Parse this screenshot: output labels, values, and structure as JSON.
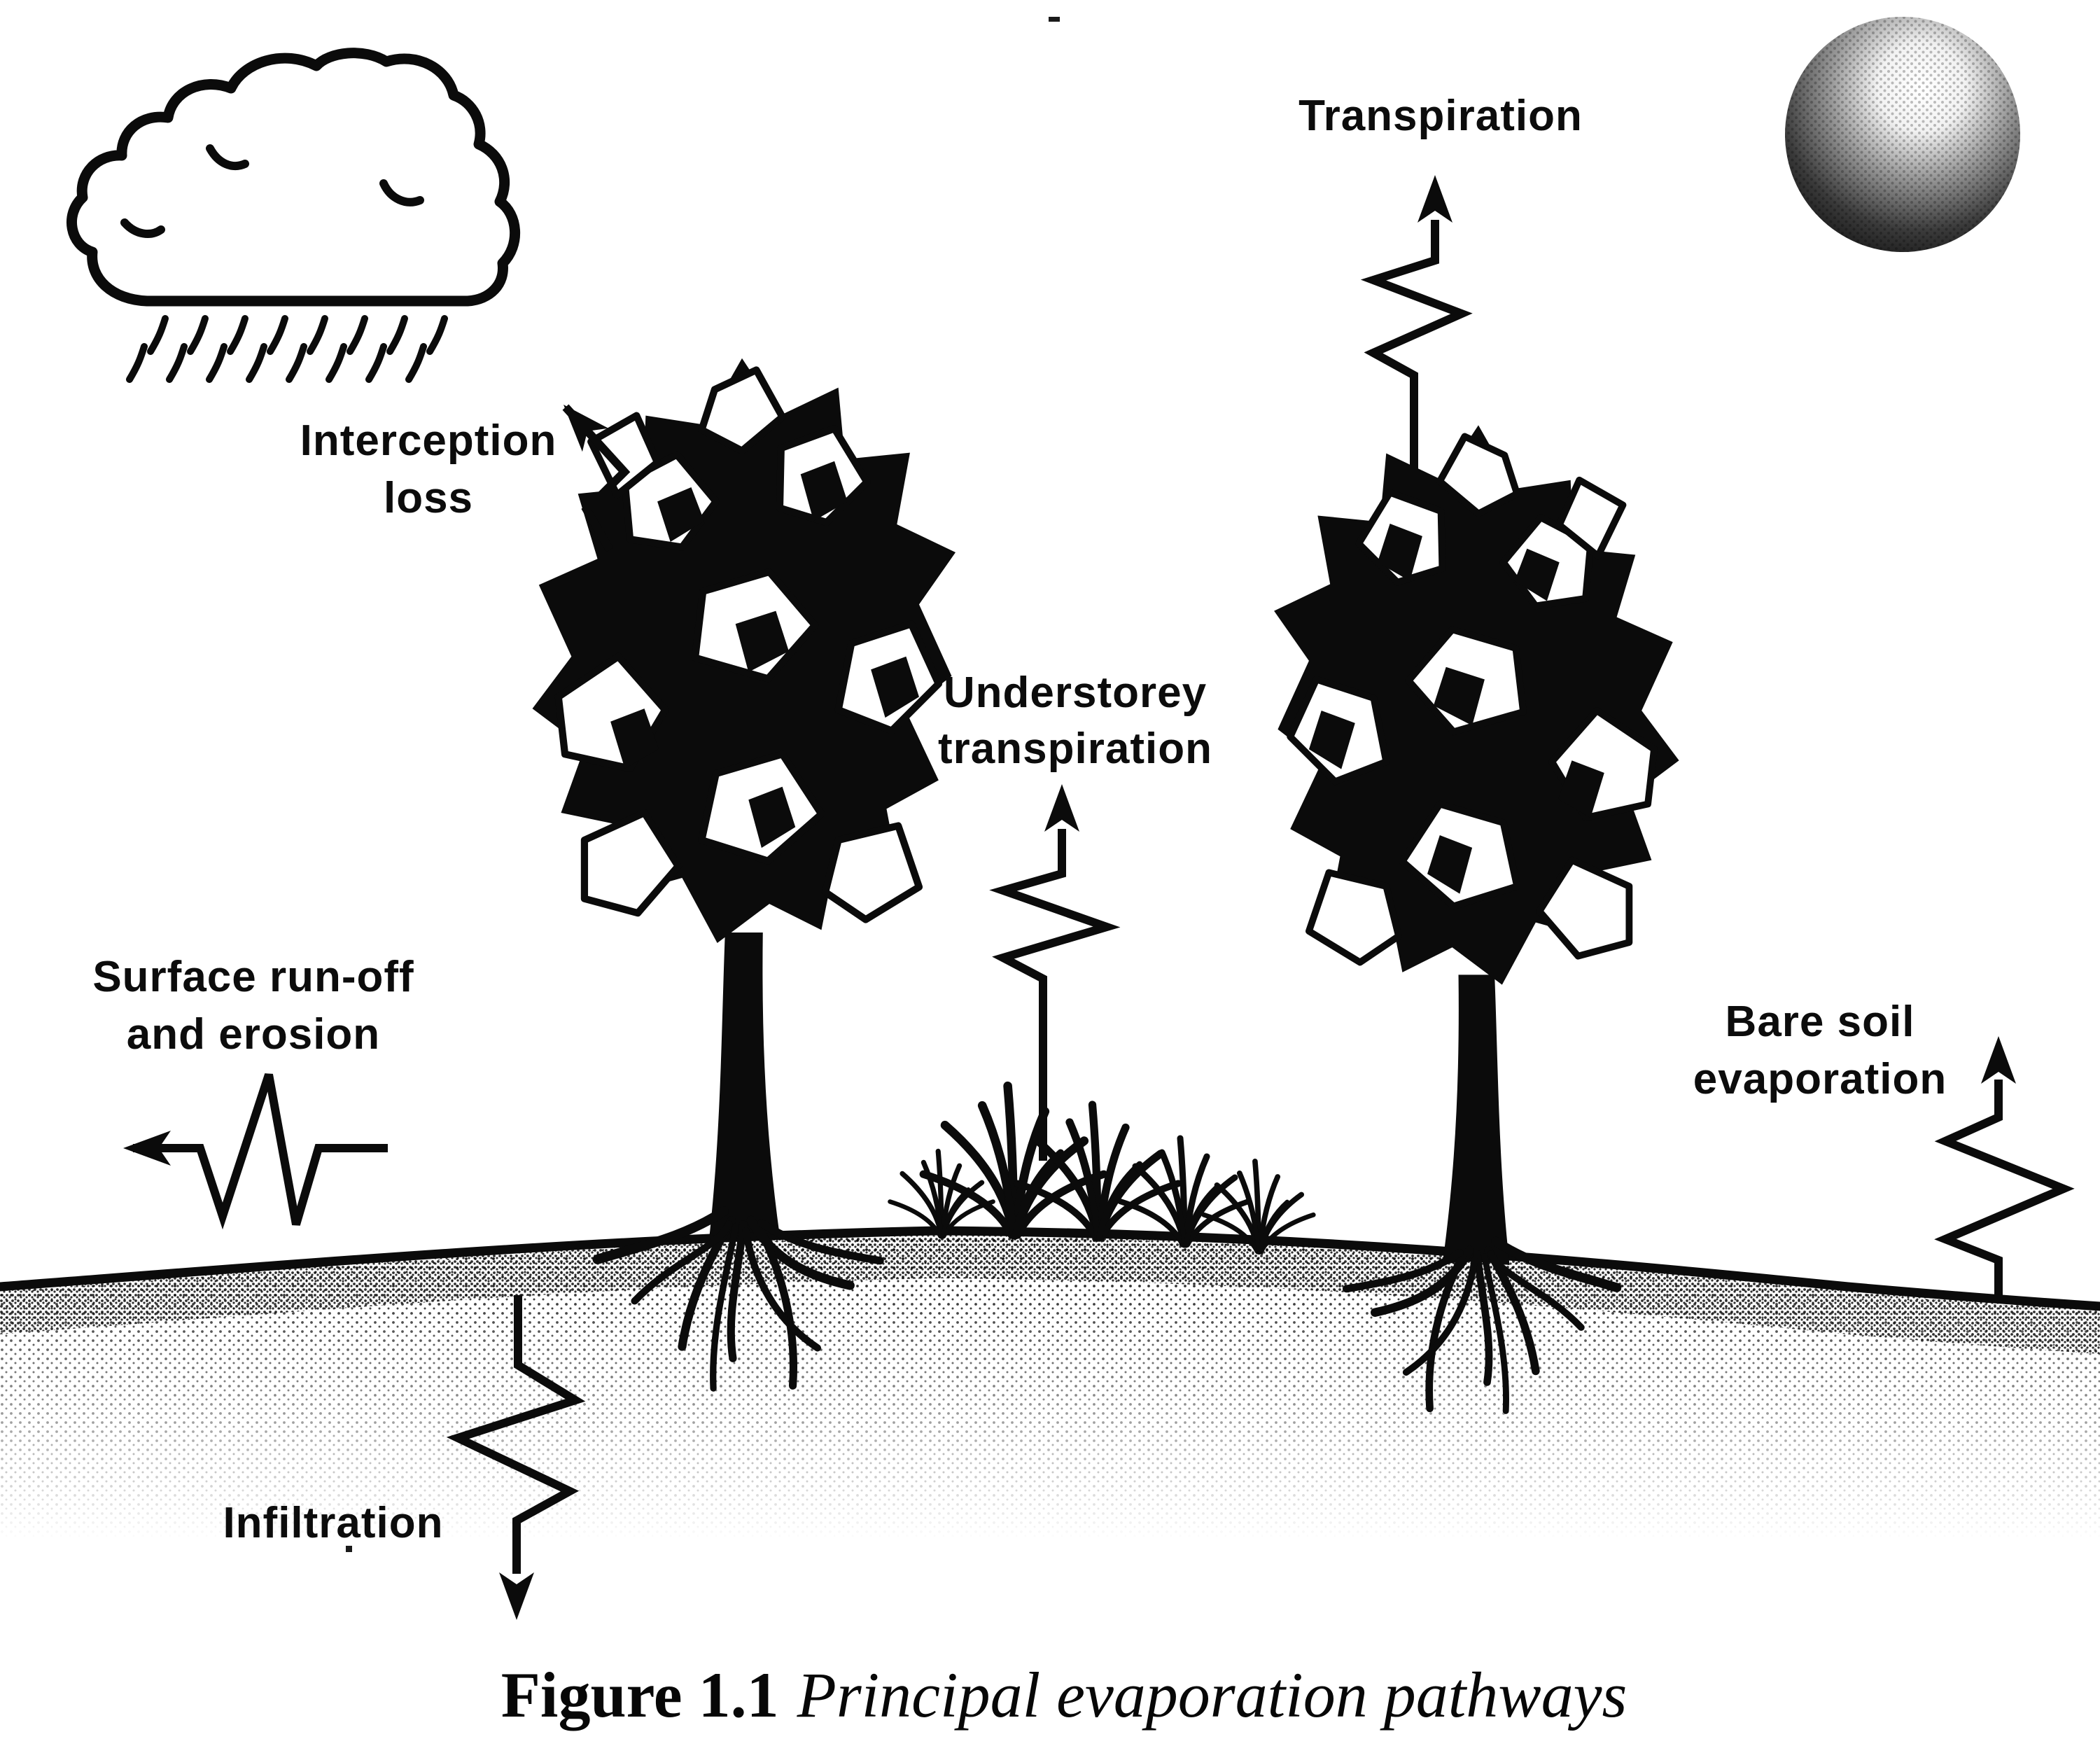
{
  "figure": {
    "caption_prefix": "Figure 1.1",
    "caption_title": "Principal evaporation pathways"
  },
  "labels": {
    "transpiration": "Transpiration",
    "interception": {
      "line1": "Interception",
      "line2": "loss"
    },
    "understorey": {
      "line1": "Understorey",
      "line2": "transpiration"
    },
    "runoff": {
      "line1": "Surface run-off",
      "line2": "and erosion"
    },
    "bare_soil": {
      "line1": "Bare soil",
      "line2": "evaporation"
    },
    "infiltration": "Infiltration"
  },
  "arrows": [
    {
      "name": "interception-loss-arrow",
      "direction": "up-left",
      "style": "zigzag"
    },
    {
      "name": "transpiration-arrow",
      "direction": "up",
      "style": "zigzag"
    },
    {
      "name": "understorey-transpiration-arrow",
      "direction": "up",
      "style": "zigzag"
    },
    {
      "name": "surface-runoff-arrow",
      "direction": "left",
      "style": "zigzag"
    },
    {
      "name": "bare-soil-evaporation-arrow",
      "direction": "up",
      "style": "zigzag"
    },
    {
      "name": "infiltration-arrow",
      "direction": "down",
      "style": "zigzag"
    }
  ],
  "scene": {
    "sky_objects": [
      "rain-cloud-icon",
      "sun-icon"
    ],
    "vegetation": [
      "left-tree",
      "right-tree",
      "understorey-grass-tufts"
    ],
    "terrain": "hillslope ground line with stipple shading"
  },
  "colors": {
    "ink": "#0b0b0b",
    "paper": "#ffffff"
  }
}
